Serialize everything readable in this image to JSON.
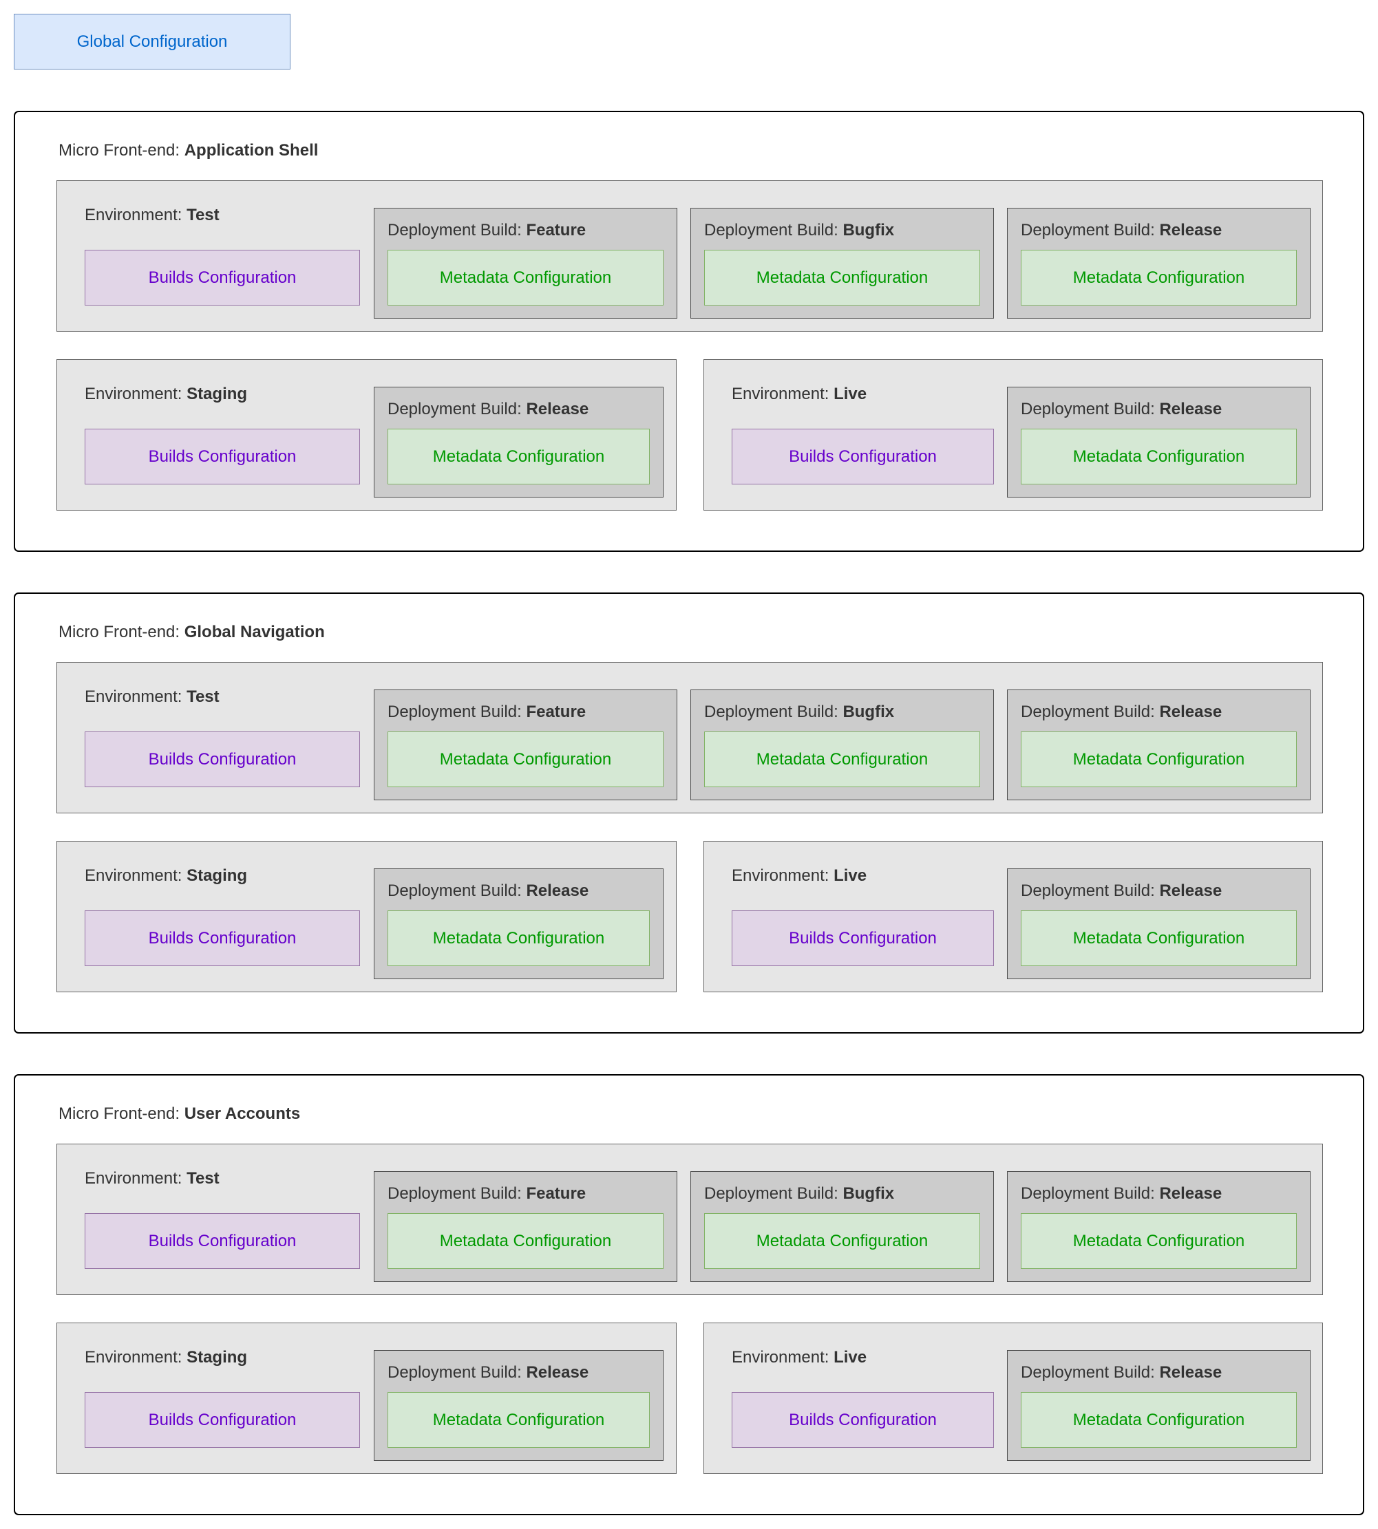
{
  "global_configuration": "Global Configuration",
  "labels": {
    "micro_frontend": "Micro Front-end: ",
    "environment": "Environment: ",
    "deployment_build": "Deployment Build: ",
    "builds_configuration": "Builds Configuration",
    "metadata_configuration": "Metadata Configuration"
  },
  "micro_frontends": [
    {
      "name": "Application Shell",
      "environments": [
        {
          "name": "Test",
          "builds": [
            "Feature",
            "Bugfix",
            "Release"
          ]
        },
        {
          "name": "Staging",
          "builds": [
            "Release"
          ]
        },
        {
          "name": "Live",
          "builds": [
            "Release"
          ]
        }
      ]
    },
    {
      "name": "Global Navigation",
      "environments": [
        {
          "name": "Test",
          "builds": [
            "Feature",
            "Bugfix",
            "Release"
          ]
        },
        {
          "name": "Staging",
          "builds": [
            "Release"
          ]
        },
        {
          "name": "Live",
          "builds": [
            "Release"
          ]
        }
      ]
    },
    {
      "name": "User Accounts",
      "environments": [
        {
          "name": "Test",
          "builds": [
            "Feature",
            "Bugfix",
            "Release"
          ]
        },
        {
          "name": "Staging",
          "builds": [
            "Release"
          ]
        },
        {
          "name": "Live",
          "builds": [
            "Release"
          ]
        }
      ]
    }
  ],
  "colors": {
    "global_fill": "#dae8fc",
    "builds_fill": "#e1d5e7",
    "metadata_fill": "#d5e8d4",
    "environment_fill": "#e6e6e6",
    "build_fill": "#cccccc"
  }
}
